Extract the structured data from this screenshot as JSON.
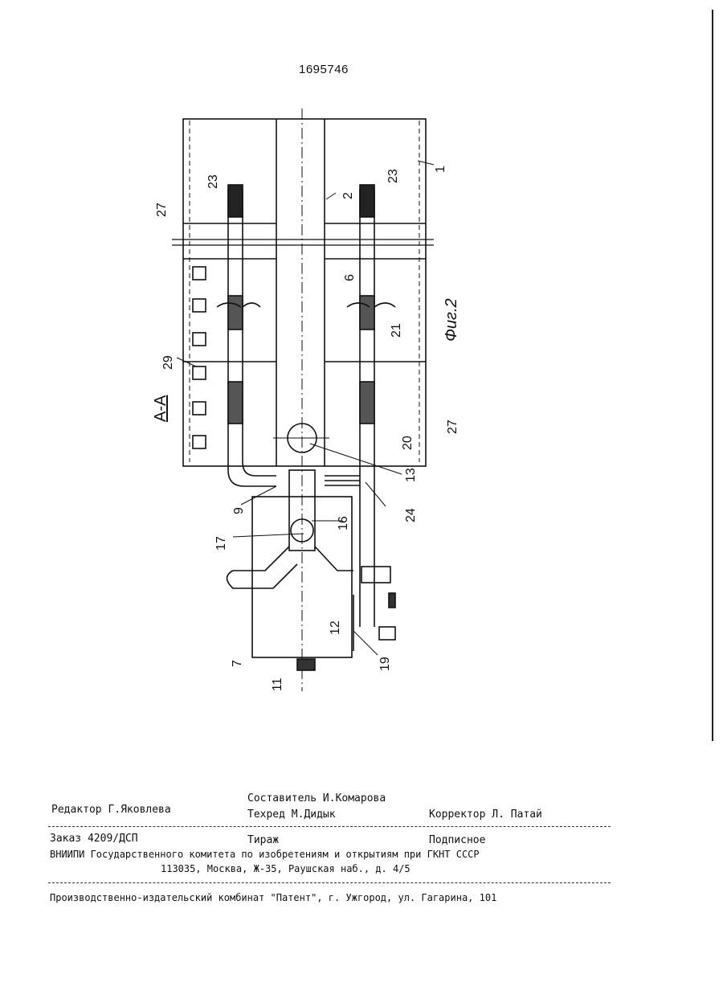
{
  "document": {
    "patent_number": "1695746",
    "section_label": "А-А",
    "figure_label": "Фиг.2"
  },
  "drawing": {
    "callouts": [
      "1",
      "2",
      "6",
      "7",
      "9",
      "11",
      "12",
      "13",
      "16",
      "17",
      "19",
      "20",
      "21",
      "23",
      "23",
      "24",
      "27",
      "27",
      "29"
    ]
  },
  "imprint": {
    "compiler": "Составитель И.Комарова",
    "editor": "Редактор Г.Яковлева",
    "tech_editor": "Техред М.Дидык",
    "proofreader": "Корректор Л. Патай",
    "order": "Заказ 4209/ДСП",
    "circulation": "Тираж",
    "subscription": "Подписное",
    "organization": "ВНИИПИ Государственного комитета по изобретениям и открытиям при ГКНТ СССР",
    "address": "113035, Москва, Ж-35, Раушская наб., д. 4/5",
    "publisher": "Производственно-издательский комбинат \"Патент\", г. Ужгород, ул. Гагарина, 101"
  }
}
